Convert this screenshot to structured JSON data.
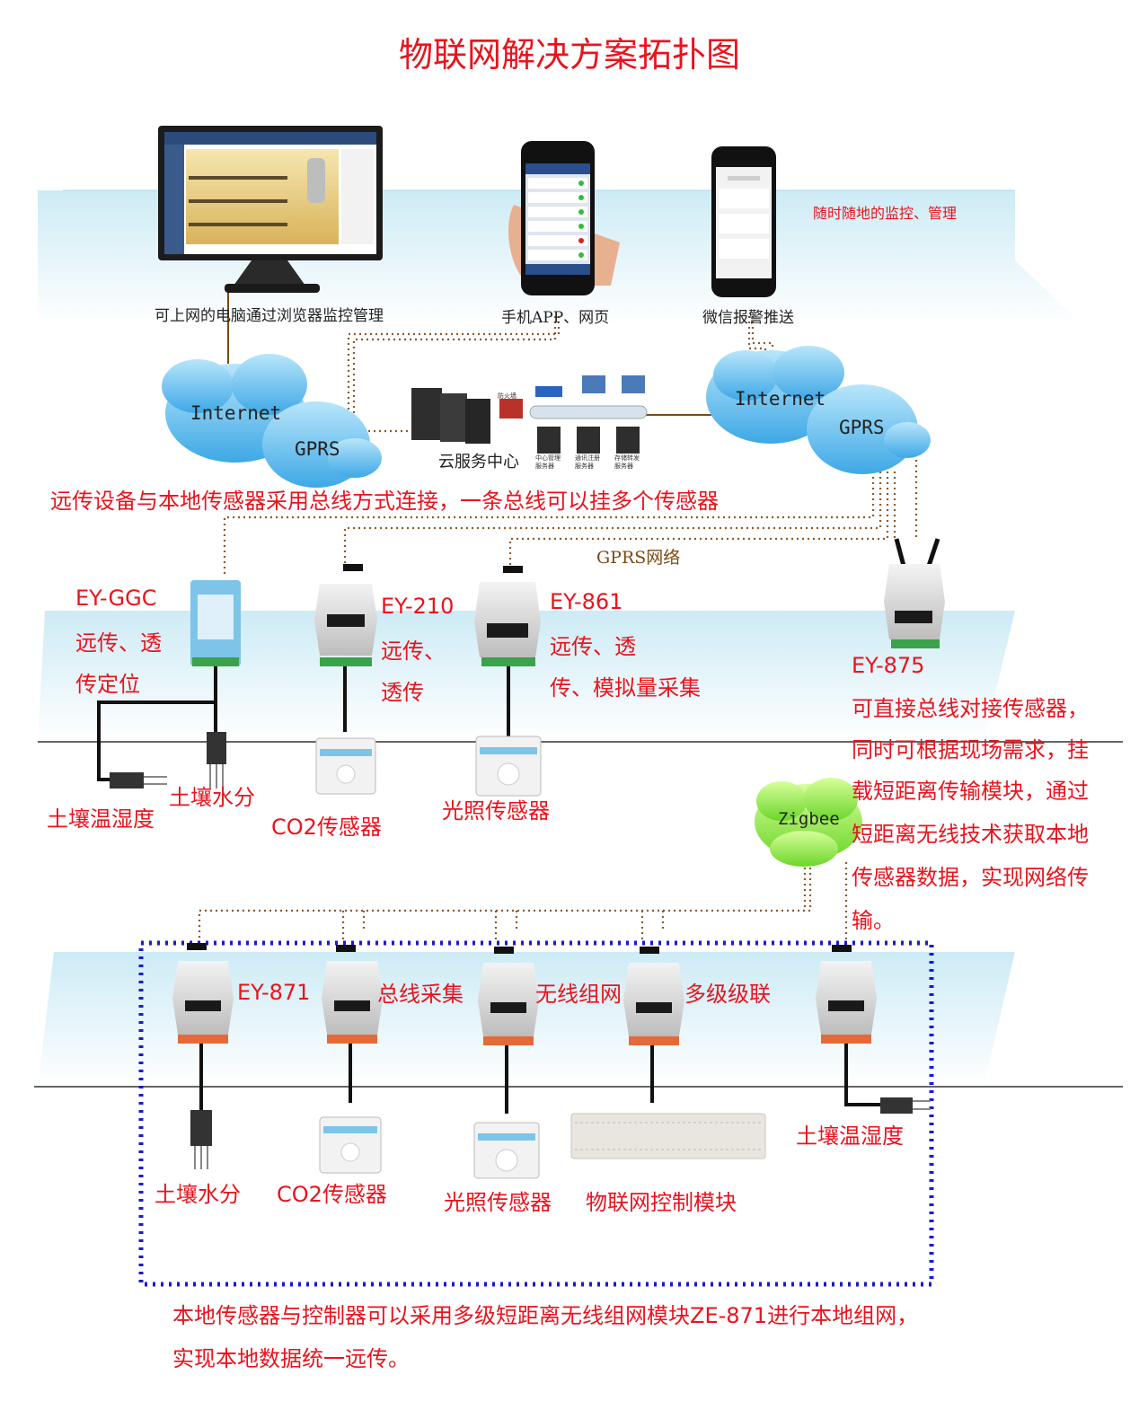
{
  "title": "物联网解决方案拓扑图",
  "top_tier": {
    "note": "随时随地的监控、管理",
    "pc_caption": "可上网的电脑通过浏览器监控管理",
    "phone_app_caption": "手机APP、网页",
    "wechat_caption": "微信报警推送"
  },
  "network": {
    "cloud_left": {
      "line1": "Internet",
      "line2": "GPRS"
    },
    "cloud_right": {
      "line1": "Internet",
      "line2": "GPRS"
    },
    "cloud_center": "云服务中心",
    "server_labels": [
      "防火墙",
      "中心管理服务器",
      "通讯注册服务器",
      "存储转发服务器"
    ],
    "bus_note": "远传设备与本地传感器采用总线方式连接，一条总线可以挂多个传感器",
    "gprs_net": "GPRS网络"
  },
  "middle_tier": {
    "ggc_title": "EY-GGC",
    "ggc_desc": [
      "远传、透",
      "传定位"
    ],
    "e210_title": "EY-210",
    "e210_desc": [
      "远传、",
      "透传"
    ],
    "e861_title": "EY-861",
    "e861_desc": [
      "远传、透",
      "传、模拟量采集"
    ],
    "e875_title": "EY-875",
    "e875_desc": [
      "可直接总线对接传感器，",
      "同时可根据现场需求，挂",
      "载短距离传输模块，通过",
      "短距离无线技术获取本地",
      "传感器数据，实现网络传",
      "输。"
    ],
    "sensor_soil_temp": "土壤温湿度",
    "sensor_soil_moist": "土壤水分",
    "sensor_co2": "CO2传感器",
    "sensor_light": "光照传感器"
  },
  "zigbee": "Zigbee",
  "bottom_tier": {
    "e871": "EY-871",
    "bus_collect": "总线采集",
    "wireless_net": "无线组网",
    "multi_cascade": "多级级联",
    "sensor_soil_moist": "土壤水分",
    "sensor_co2": "CO2传感器",
    "sensor_light": "光照传感器",
    "control_module": "物联网控制模块",
    "sensor_soil_temp": "土壤温湿度",
    "footer": [
      "本地传感器与控制器可以采用多级短距离无线组网模块ZE-871进行本地组网，",
      "实现本地数据统一远传。"
    ]
  },
  "colors": {
    "title_red": "#e8141c",
    "dotted_brown": "#8b5a2b",
    "frame_blue": "#1a1ad0",
    "cloud_blue": "#5ab8ec",
    "zigbee_green": "#9aee3a"
  }
}
